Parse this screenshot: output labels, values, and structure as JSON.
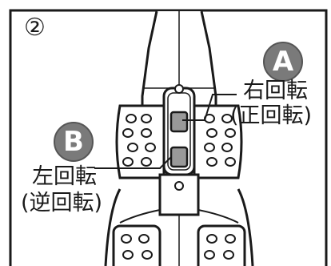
{
  "step_number": "②",
  "badges": {
    "a": "A",
    "b": "B"
  },
  "labels": {
    "right_rotation": "右回転",
    "forward_rotation": "(正回転)",
    "left_rotation": "左回転",
    "reverse_rotation": "(逆回転)"
  },
  "colors": {
    "line": "#1a1a1a",
    "badge": "#7a7a7a",
    "highlight": "#999999"
  }
}
